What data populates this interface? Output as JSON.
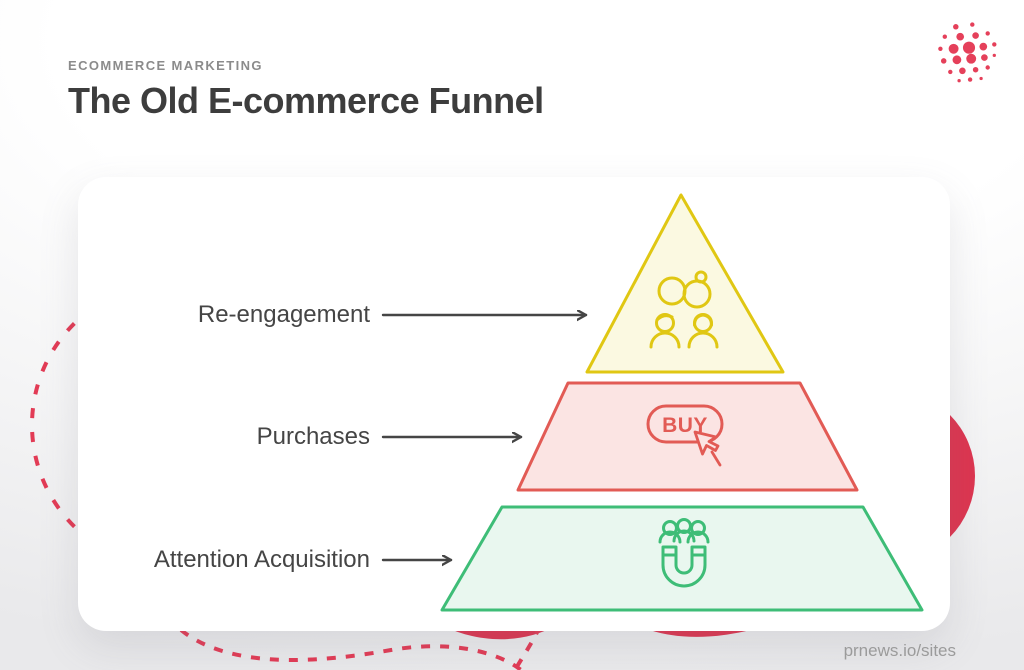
{
  "header": {
    "kicker": "ECOMMERCE MARKETING",
    "title": "The Old E-commerce Funnel"
  },
  "funnel": {
    "levels": [
      {
        "label": "Re-engagement",
        "icon": "engaged-couple-rings-icon",
        "stroke": "#e0c713",
        "fill": "#fbf9e1"
      },
      {
        "label": "Purchases",
        "icon": "buy-button-click-icon",
        "icon_text": "BUY",
        "stroke": "#e25b55",
        "fill": "#fbe4e3"
      },
      {
        "label": "Attention Acquisition",
        "icon": "magnet-audience-icon",
        "stroke": "#3ebd77",
        "fill": "#e9f7ef"
      }
    ]
  },
  "footer": {
    "watermark": "prnews.io/sites"
  },
  "colors": {
    "accent": "#dd3550",
    "accent_dots": "#e5405a",
    "accent_dashed": "#e23b55",
    "arrow": "#454545"
  }
}
